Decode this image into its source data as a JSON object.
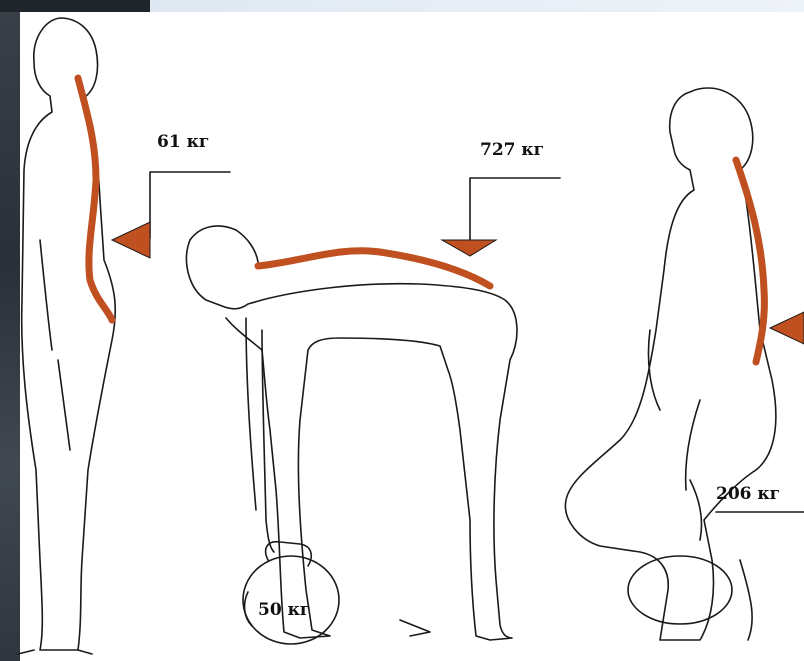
{
  "labels": {
    "standing": "61 кг",
    "bending": "727 кг",
    "squatting": "206 кг",
    "weight": "50 кг"
  },
  "colors": {
    "spine": "#c0501f",
    "outline": "#1a1a1a",
    "arrow": "#c0501f"
  }
}
